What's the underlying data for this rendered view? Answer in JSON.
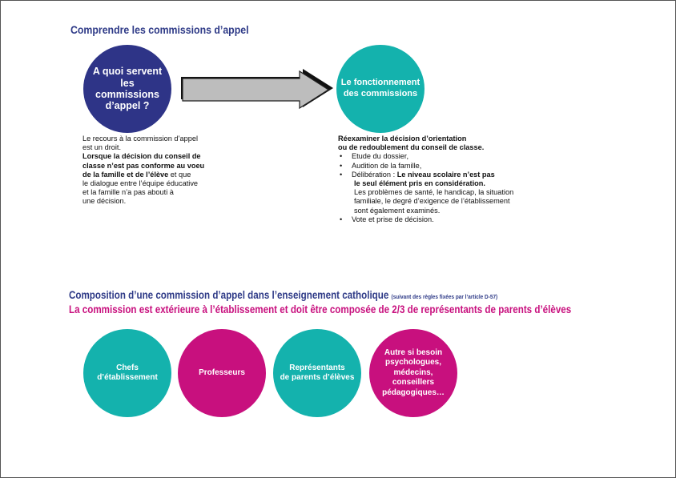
{
  "header": {
    "title": "Comprendre les commissions d’appel"
  },
  "flow": {
    "left_circle": "A quoi servent les commissions d’appel ?",
    "right_circle_line1": "Le fonctionnement",
    "right_circle_line2": "des commissions",
    "colors": {
      "navy": "#2e3487",
      "teal": "#14b2ad",
      "magenta": "#c8107e",
      "arrow": "#bdbdbd"
    },
    "arrow_icon": "right-arrow-icon"
  },
  "left_text": {
    "part1_line1": "Le recours à la commission d’appel",
    "part1_line2": "est un droit.",
    "bold_line1": "Lorsque la décision du conseil de",
    "bold_line2": "classe n’est pas conforme au voeu",
    "bold_line3": "de la famille et de l’élève",
    "part2_tail3": " et que",
    "part2_line4": "le dialogue entre l’équipe éducative",
    "part2_line5": "et la famille n’a pas abouti à",
    "part2_line6": "une décision."
  },
  "right_text": {
    "intro_line1": "Réexaminer la décision d’orientation",
    "intro_line2": "ou de redoublement du conseil de classe.",
    "item1": "Etude du dossier,",
    "item2": "Audition de la famille,",
    "item3_prefix": "Délibération : ",
    "item3_bold": "Le niveau scolaire n’est pas",
    "item3_bold2": "le seul élément pris en considération.",
    "item3_sub1": "Les problèmes de santé, le handicap, la situation",
    "item3_sub2": "familiale, le degré d’exigence de l’établissement",
    "item3_sub3": "sont également examinés.",
    "item4": "Vote et prise de décision."
  },
  "composition": {
    "title": "Composition d’une commission d’appel dans l’enseignement catholique ",
    "note": "(suivant des règles fixées par l’article D-57)",
    "subtitle": "La commission est extérieure à l’établissement et doit être composée de 2/3 de représentants de parents d’élèves",
    "members": {
      "m1_line1": "Chefs",
      "m1_line2": "d’établissement",
      "m2": "Professeurs",
      "m3_line1": "Représentants",
      "m3_line2": "de parents d’élèves",
      "m4_line1": "Autre si besoin",
      "m4_line2": "psychologues,",
      "m4_line3": "médecins,",
      "m4_line4": "conseillers",
      "m4_line5": "pédagogiques…"
    }
  }
}
